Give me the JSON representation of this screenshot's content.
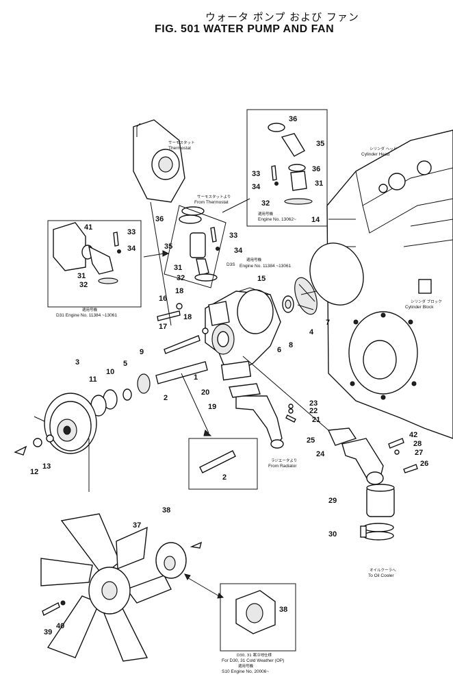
{
  "header": {
    "title_jp": "ウォータ ポンプ および ファン",
    "title": "FIG. 501  WATER PUMP AND FAN"
  },
  "notes": {
    "thermostat_jp": "サーモスタット",
    "thermostat": "Thermostat",
    "from_thermostat_jp": "サーモスタットより",
    "from_thermostat": "From Thermostat",
    "cylinder_head_jp": "シリンダ ヘッド",
    "cylinder_head": "Cylinder Head",
    "cylinder_block_jp": "シリンダ ブロック",
    "cylinder_block": "Cylinder Block",
    "top_inset_applic_jp": "適用号機",
    "top_inset_engine": "Engine No. 13062~",
    "mid_applic_jp": "適用号機",
    "mid_model": "D3S",
    "mid_engine": "Engine No. 11384 ~13061",
    "left_inset_applic_jp": "適用号機",
    "left_inset_engine": "D31  Engine No. 11384 ~13061",
    "from_radiator_jp": "ラジエータより",
    "from_radiator": "From Radiator",
    "to_oil_cooler_jp": "オイルクーラへ",
    "to_oil_cooler": "To Oil Cooler",
    "fan_inset_line1": "D30, 31 寒冷地仕様",
    "fan_inset_line2": "For D30, 31 Cold Weather (OP)",
    "fan_inset_line3": "適用号機",
    "fan_inset_line4": "S10 Engine No. 20006~"
  },
  "callouts": [
    "1",
    "2",
    "3",
    "4",
    "5",
    "6",
    "7",
    "8",
    "9",
    "10",
    "11",
    "12",
    "13",
    "14",
    "15",
    "16",
    "17",
    "18",
    "19",
    "20",
    "21",
    "22",
    "23",
    "24",
    "25",
    "26",
    "27",
    "28",
    "29",
    "30",
    "31",
    "32",
    "33",
    "34",
    "35",
    "36",
    "37",
    "38",
    "39",
    "40",
    "41",
    "42"
  ]
}
